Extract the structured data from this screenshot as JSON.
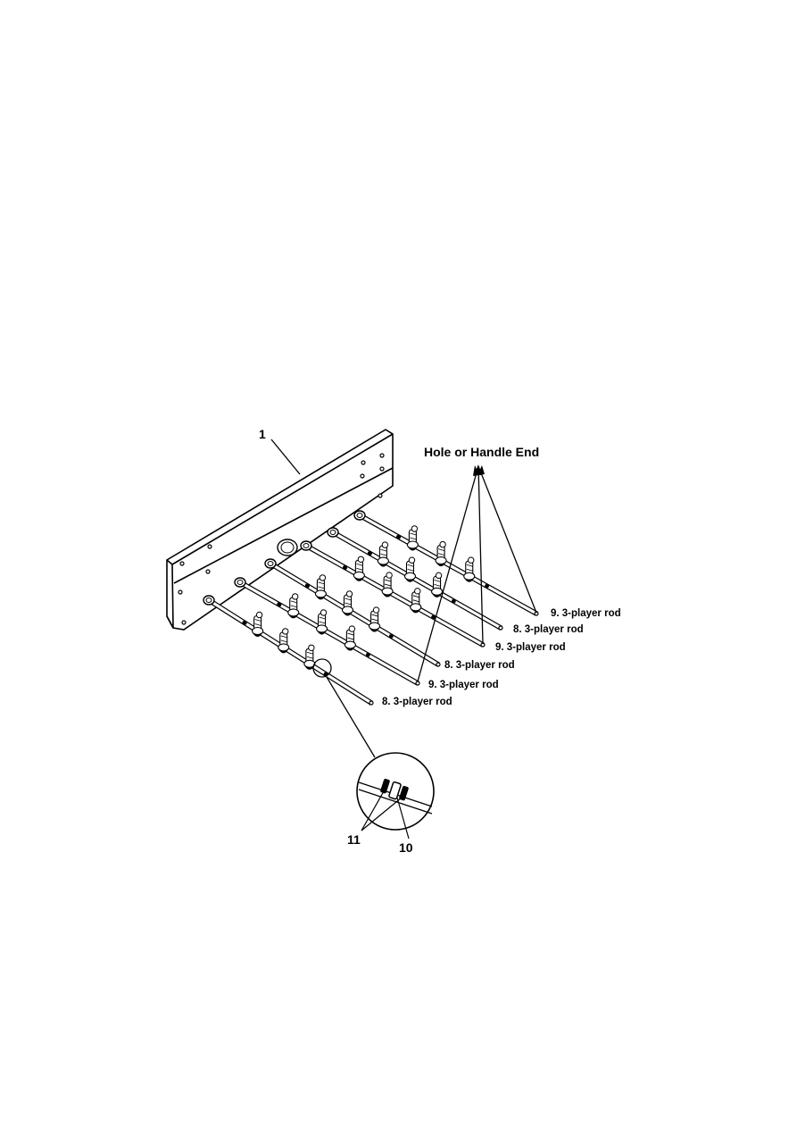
{
  "callouts": {
    "panel_number": "1",
    "hole_end": "Hole or Handle End",
    "bumper_number": "10",
    "washer_number": "11"
  },
  "rods": [
    {
      "label": "9.  3-player rod"
    },
    {
      "label": "8.  3-player rod"
    },
    {
      "label": "9.  3-player rod"
    },
    {
      "label": "8.  3-player rod"
    },
    {
      "label": "9.  3-player rod"
    },
    {
      "label": "8.  3-player rod"
    }
  ]
}
